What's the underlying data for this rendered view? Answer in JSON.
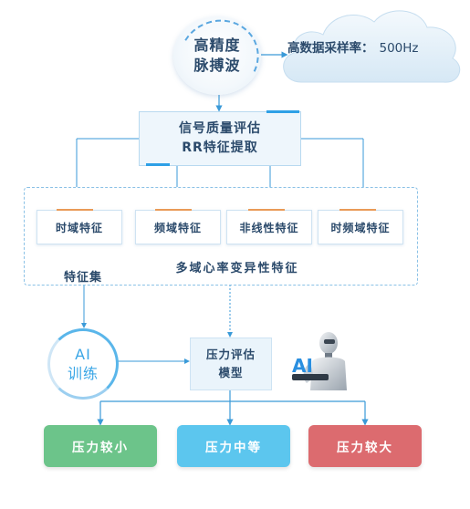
{
  "source_node": {
    "line1": "高精度",
    "line2": "脉搏波"
  },
  "cloud": {
    "label": "高数据采样率：",
    "value": "500Hz"
  },
  "signal_box": {
    "line1": "信号质量评估",
    "line2": "RR特征提取"
  },
  "features": [
    {
      "label": "时域特征"
    },
    {
      "label": "频域特征"
    },
    {
      "label": "非线性特征"
    },
    {
      "label": "时频域特征"
    }
  ],
  "feature_panel": {
    "title": "多域心率变异性特征",
    "set_label": "特征集"
  },
  "ai_node": {
    "line1": "AI",
    "line2": "训练"
  },
  "model_box": {
    "line1": "压力评估",
    "line2": "模型"
  },
  "results": [
    {
      "label": "压力较小",
      "color": "#6cc48a"
    },
    {
      "label": "压力中等",
      "color": "#5cc6ee"
    },
    {
      "label": "压力较大",
      "color": "#dc6b6f"
    }
  ],
  "colors": {
    "line": "#3a9ad8",
    "accent": "#2ea0e6",
    "orange_accent": "#e99a57"
  }
}
